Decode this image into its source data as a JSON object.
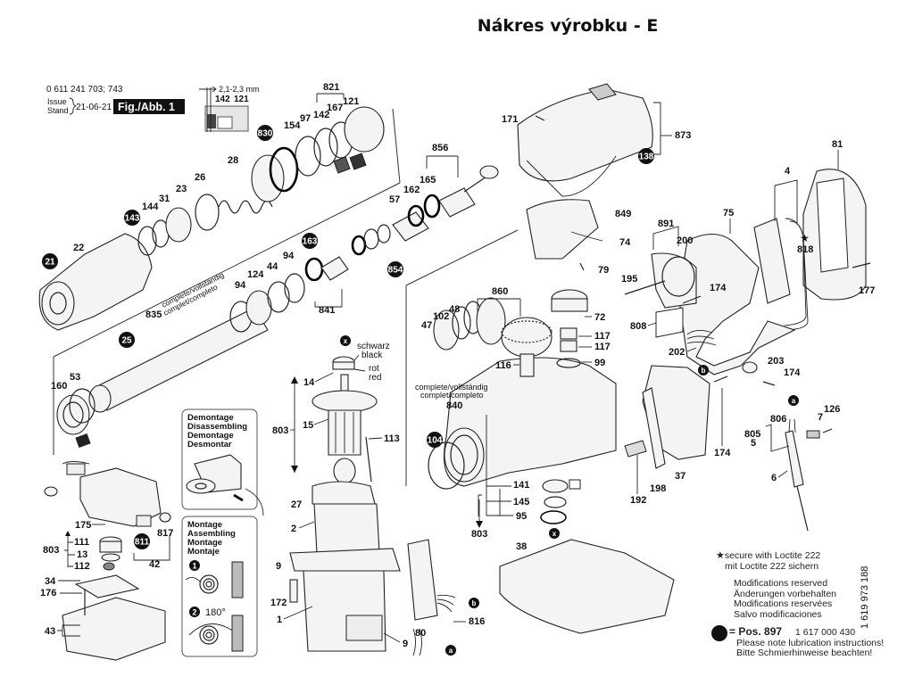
{
  "page": {
    "title": "Nákres výrobku - E"
  },
  "header": {
    "part_numbers": "0 611 241 703; 743",
    "issue_label_1": "Issue",
    "issue_label_2": "Stand",
    "issue_date": "21-06-21",
    "figure_label": "Fig./Abb. 1",
    "detail_dimension": "2,1-2,3 mm",
    "detail_parts": [
      "142",
      "121"
    ]
  },
  "labels": {
    "p821": "821",
    "p121": "121",
    "p167": "167",
    "p142": "142",
    "p97": "97",
    "p154": "154",
    "p28": "28",
    "p26": "26",
    "p23": "23",
    "p31": "31",
    "p144": "144",
    "p22": "22",
    "p856": "856",
    "p165": "165",
    "p162": "162",
    "p57": "57",
    "p841": "841",
    "p94a": "94",
    "p124": "124",
    "p44": "44",
    "p94b": "94",
    "p835": "835",
    "p53": "53",
    "p160": "160",
    "p171": "171",
    "p873": "873",
    "p849": "849",
    "p74": "74",
    "p79": "79",
    "p860": "860",
    "p48": "48",
    "p102": "102",
    "p47": "47",
    "p72": "72",
    "p117a": "117",
    "p117b": "117",
    "p116": "116",
    "p99": "99",
    "p840": "840",
    "p141": "141",
    "p145": "145",
    "p95": "95",
    "p803b": "803",
    "p38": "38",
    "p14": "14",
    "p15": "15",
    "p803a": "803",
    "p113": "113",
    "p27": "27",
    "p2": "2",
    "p9a": "9",
    "p172": "172",
    "p1": "1",
    "p9b": "9",
    "p80": "80",
    "p816": "816",
    "p81": "81",
    "p4": "4",
    "p891": "891",
    "p200": "200",
    "p75": "75",
    "p818": "818",
    "p195": "195",
    "p174a": "174",
    "p177": "177",
    "p808": "808",
    "p202": "202",
    "p203": "203",
    "p174b": "174",
    "p174c": "174",
    "p192": "192",
    "p198": "198",
    "p37": "37",
    "p806": "806",
    "p805": "805",
    "p5": "5",
    "p7": "7",
    "p126": "126",
    "p6": "6",
    "p175": "175",
    "p111": "111",
    "p13": "13",
    "p112": "112",
    "p803c": "803",
    "p34": "34",
    "p176": "176",
    "p43": "43",
    "p817": "817",
    "p42": "42"
  },
  "bubbles": {
    "b830": "830",
    "b143": "143",
    "b21": "21",
    "b163": "163",
    "b854": "854",
    "b25": "25",
    "b138": "138",
    "b104": "104",
    "b811": "811",
    "bx1": "x",
    "bx2": "x",
    "bb1": "b",
    "bb2": "b",
    "ba1": "a",
    "ba2": "a"
  },
  "wire_colors": {
    "black": "schwarz\nblack",
    "black_de": "schwarz",
    "black_en": "black",
    "red_de": "rot",
    "red_en": "red"
  },
  "complete_label": {
    "line1": "complete/vollständig",
    "line2": "complet/completo"
  },
  "disassembly_box": {
    "lines": [
      "Demontage",
      "Disassembling",
      "Demontage",
      "Desmontar"
    ]
  },
  "assembly_box": {
    "lines": [
      "Montage",
      "Assembling",
      "Montage",
      "Montaje"
    ],
    "step1": "1",
    "step2": "2",
    "rotation": "180°"
  },
  "notes": {
    "loctite_en": "secure with Loctite 222",
    "loctite_de": "mit Loctite 222 sichern",
    "modifications": [
      "Modifications reserved",
      "Änderungen vorbehalten",
      "Modifications reservées",
      "Salvo modificaciones"
    ],
    "lubrication_pos": "= Pos. 897",
    "lubrication_part": "1 617 000 430",
    "lubrication_en": "Please note lubrication instructions!",
    "lubrication_de": "Bitte Schmierhinweise beachten!",
    "doc_number": "1 619 973 188"
  }
}
